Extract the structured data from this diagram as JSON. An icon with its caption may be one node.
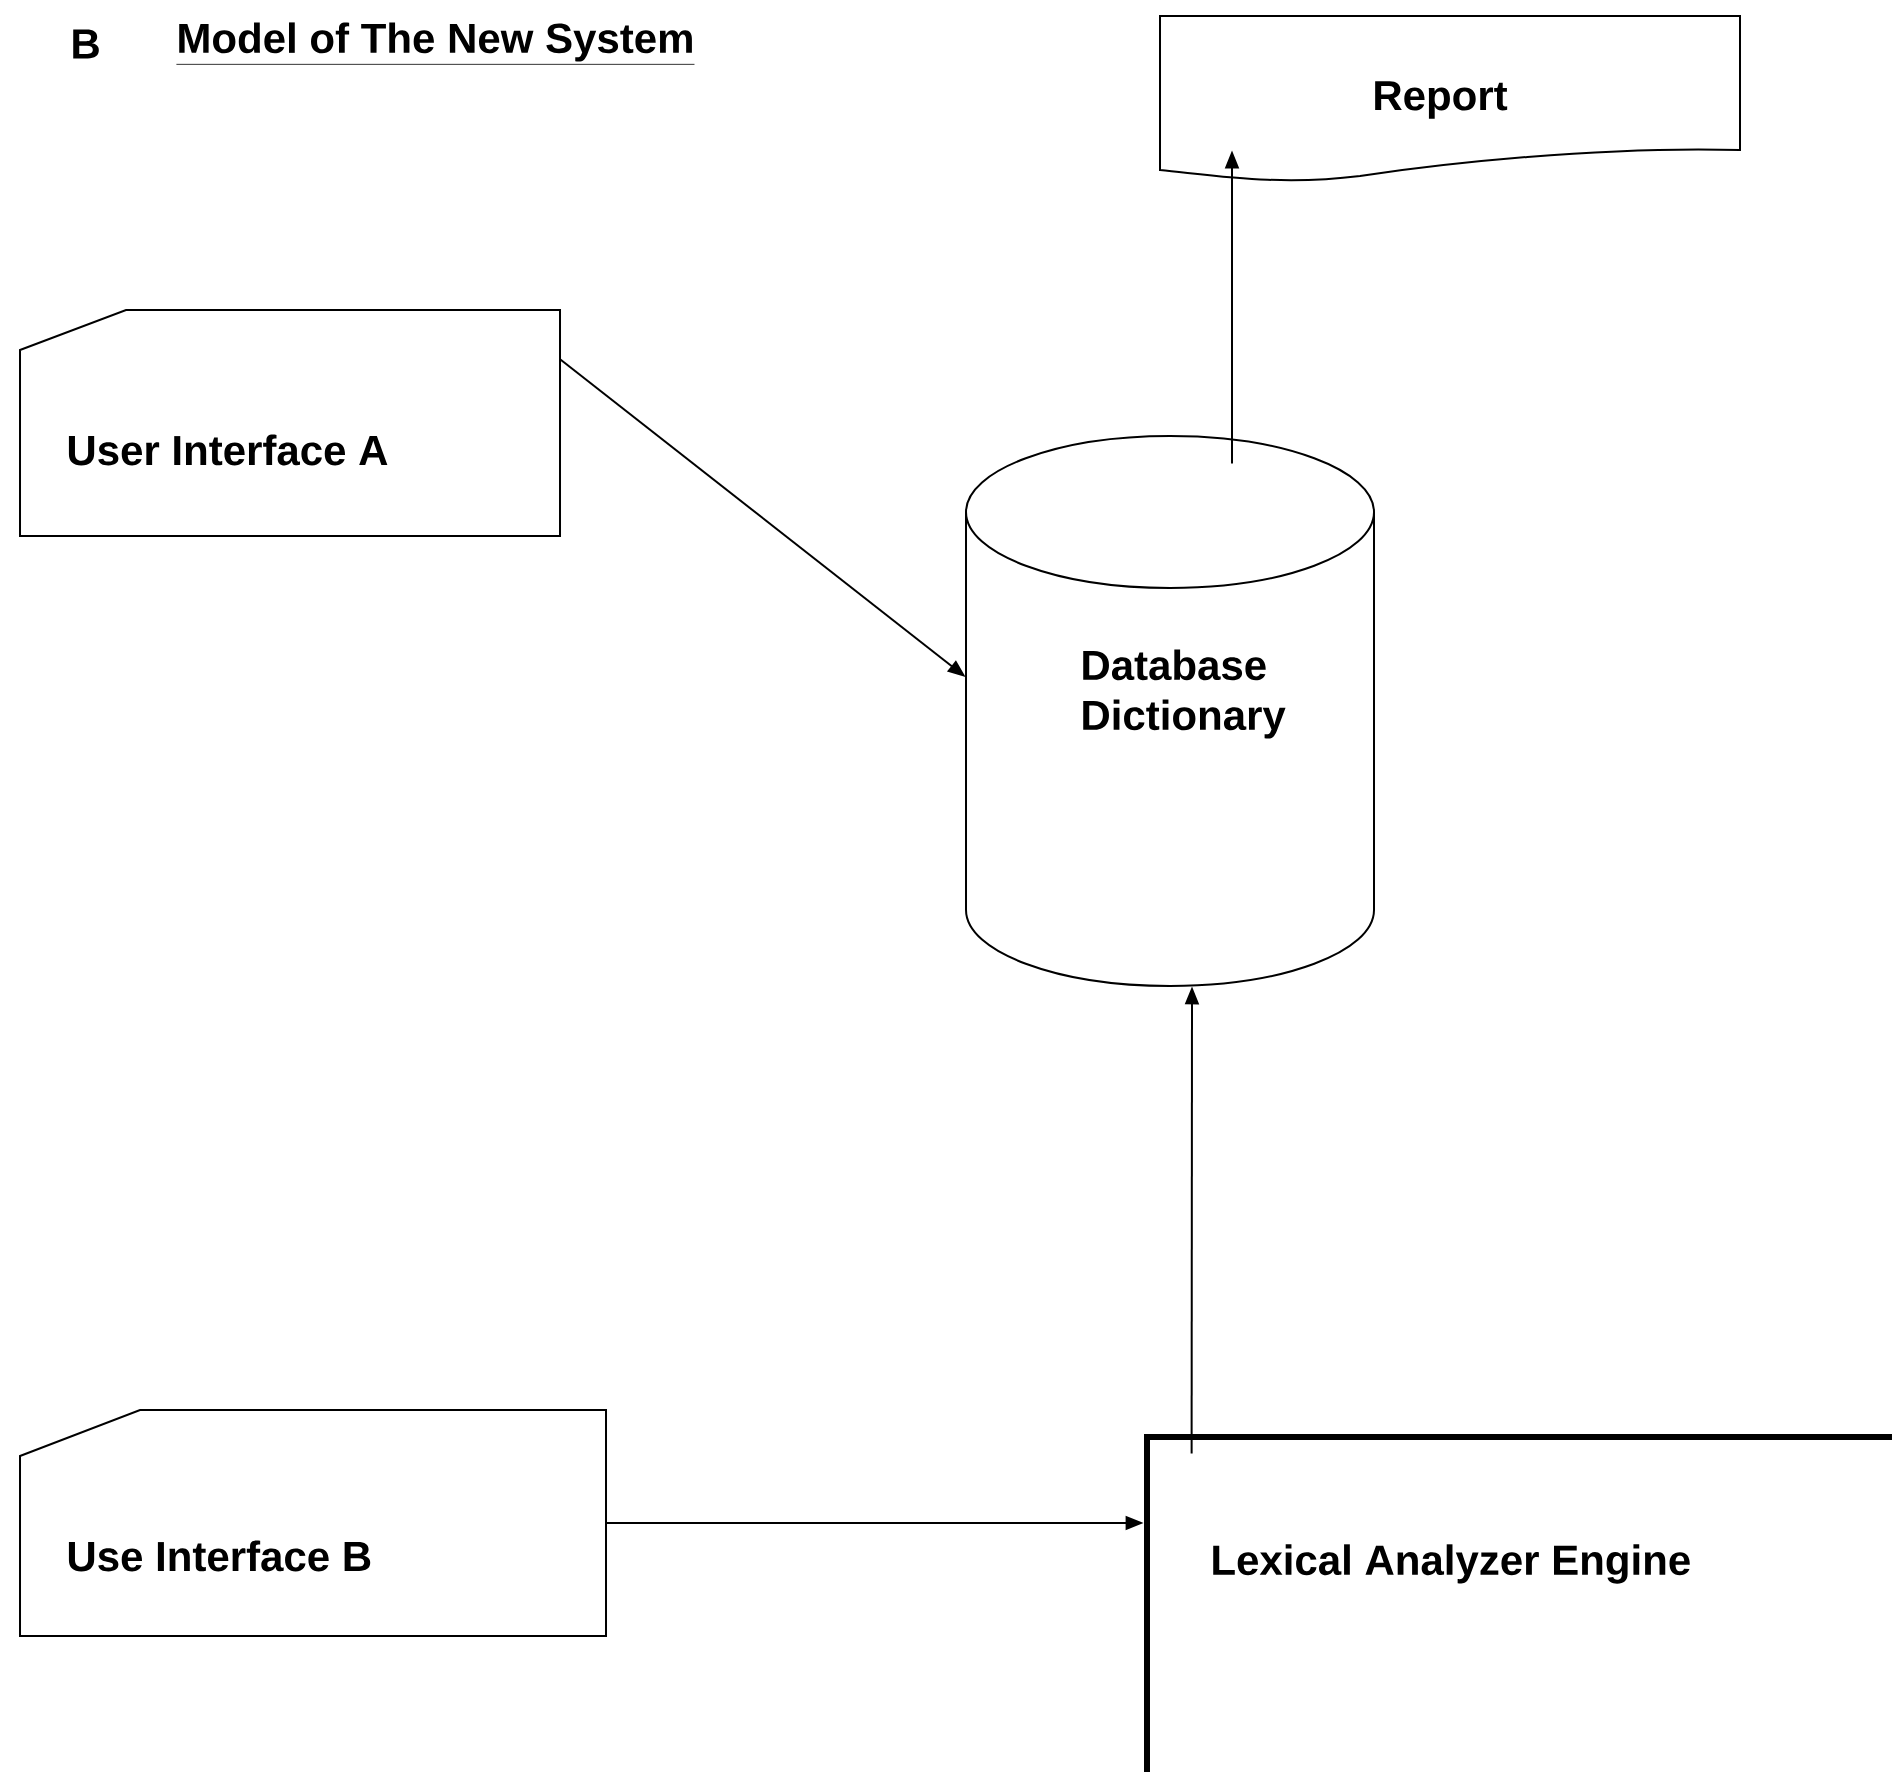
{
  "diagram": {
    "title": "Model of The New System",
    "nodes": [
      {
        "text": [
          "Report"
        ]
      },
      {
        "text": [
          "User Interface A"
        ]
      },
      {
        "text": [
          "Database Dictionary"
        ]
      },
      {
        "text": [
          "Use Interface B"
        ]
      },
      {
        "text": [
          "Lexical Analyzer Engine"
        ]
      }
    ],
    "edges": [
      {
        "from": 1,
        "to": 2,
        "arrow": "to"
      },
      {
        "from": 2,
        "to": 0,
        "arrow": "to"
      },
      {
        "from": 3,
        "to": 4,
        "arrow": "to"
      },
      {
        "from": 4,
        "to": 2,
        "arrow": "to"
      }
    ],
    "labels": [
      "B"
    ]
  }
}
